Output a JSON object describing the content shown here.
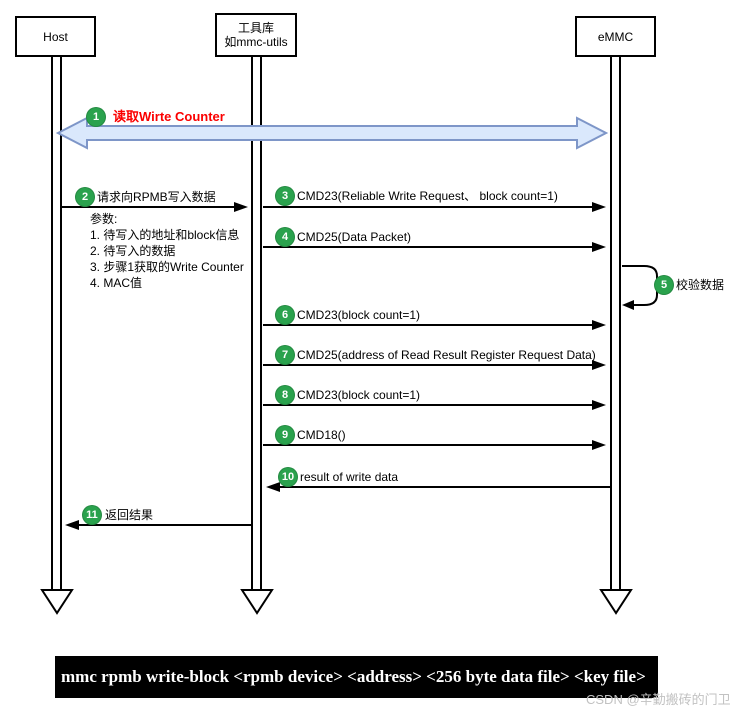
{
  "diagram": {
    "actors": {
      "host": {
        "label": "Host"
      },
      "tool": {
        "label_line1": "工具库",
        "label_line2": "如mmc-utils"
      },
      "emmc": {
        "label": "eMMC"
      }
    },
    "steps": {
      "s1": {
        "num": "1",
        "label": "读取Wirte Counter"
      },
      "s2": {
        "num": "2",
        "label": "请求向RPMB写入数据"
      },
      "s3": {
        "num": "3",
        "label": "CMD23(Reliable Write Request、 block count=1)"
      },
      "s4": {
        "num": "4",
        "label": "CMD25(Data Packet)"
      },
      "s5": {
        "num": "5",
        "label": "校验数据"
      },
      "s6": {
        "num": "6",
        "label": "CMD23(block count=1)"
      },
      "s7": {
        "num": "7",
        "label": "CMD25(address of Read Result Register Request Data)"
      },
      "s8": {
        "num": "8",
        "label": "CMD23(block count=1)"
      },
      "s9": {
        "num": "9",
        "label": "CMD18()"
      },
      "s10": {
        "num": "10",
        "label": "result of write data"
      },
      "s11": {
        "num": "11",
        "label": "返回结果"
      }
    },
    "params": {
      "title": "参数:",
      "items": [
        "1. 待写入的地址和block信息",
        "2. 待写入的数据",
        "3. 步骤1获取的Write Counter",
        "4. MAC值"
      ]
    }
  },
  "command_bar": {
    "text": "mmc rpmb write-block <rpmb device> <address> <256 byte data file> <key file>"
  },
  "watermark": {
    "text": "CSDN @辛勤搬砖的门卫"
  },
  "colors": {
    "step_badge_green": "#2aa24d",
    "highlight_red": "#fb0000",
    "wide_arrow_fill": "#dae8fc",
    "wide_arrow_stroke": "#7e96c8"
  }
}
